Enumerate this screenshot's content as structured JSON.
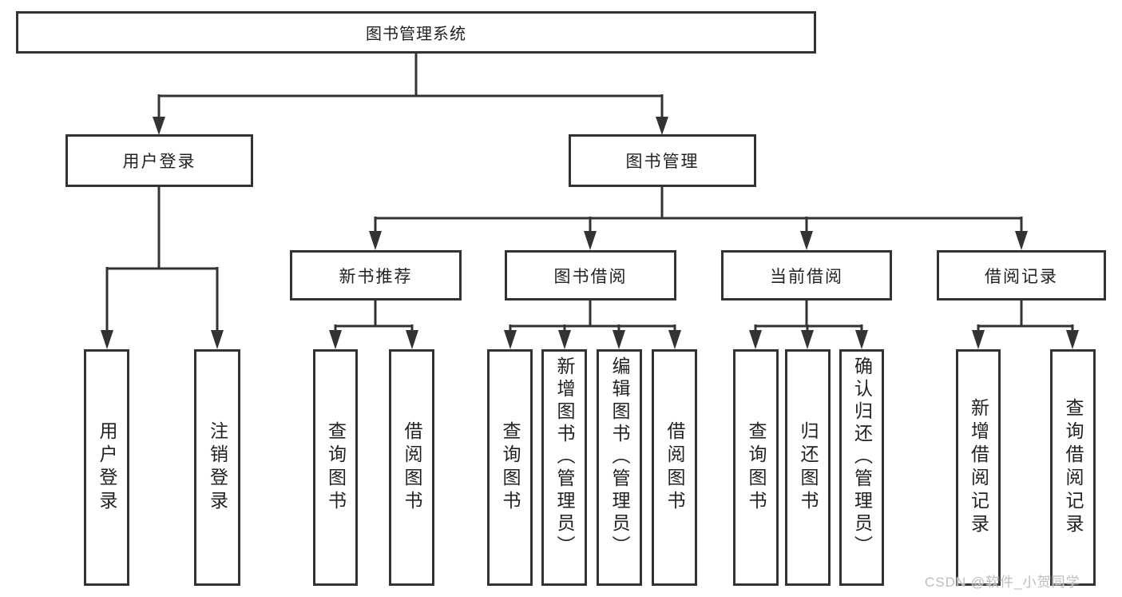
{
  "colors": {
    "line": "#333333",
    "box_border": "#333333",
    "text": "#222222",
    "background": "#ffffff",
    "watermark": "#bdbdbd"
  },
  "watermark": {
    "text": "CSDN @软件_小贺同学"
  },
  "tree": {
    "label": "图书管理系统",
    "children": [
      {
        "label": "用户登录",
        "children": [
          {
            "label": "用户登录"
          },
          {
            "label": "注销登录"
          }
        ]
      },
      {
        "label": "图书管理",
        "children": [
          {
            "label": "新书推荐",
            "children": [
              {
                "label": "查询图书"
              },
              {
                "label": "借阅图书"
              }
            ]
          },
          {
            "label": "图书借阅",
            "children": [
              {
                "label": "查询图书"
              },
              {
                "label": "新增图书（管理员）"
              },
              {
                "label": "编辑图书（管理员）"
              },
              {
                "label": "借阅图书"
              }
            ]
          },
          {
            "label": "当前借阅",
            "children": [
              {
                "label": "查询图书"
              },
              {
                "label": "归还图书"
              },
              {
                "label": "确认归还（管理员）"
              }
            ]
          },
          {
            "label": "借阅记录",
            "children": [
              {
                "label": "新增借阅记录"
              },
              {
                "label": "查询借阅记录"
              }
            ]
          }
        ]
      }
    ]
  }
}
